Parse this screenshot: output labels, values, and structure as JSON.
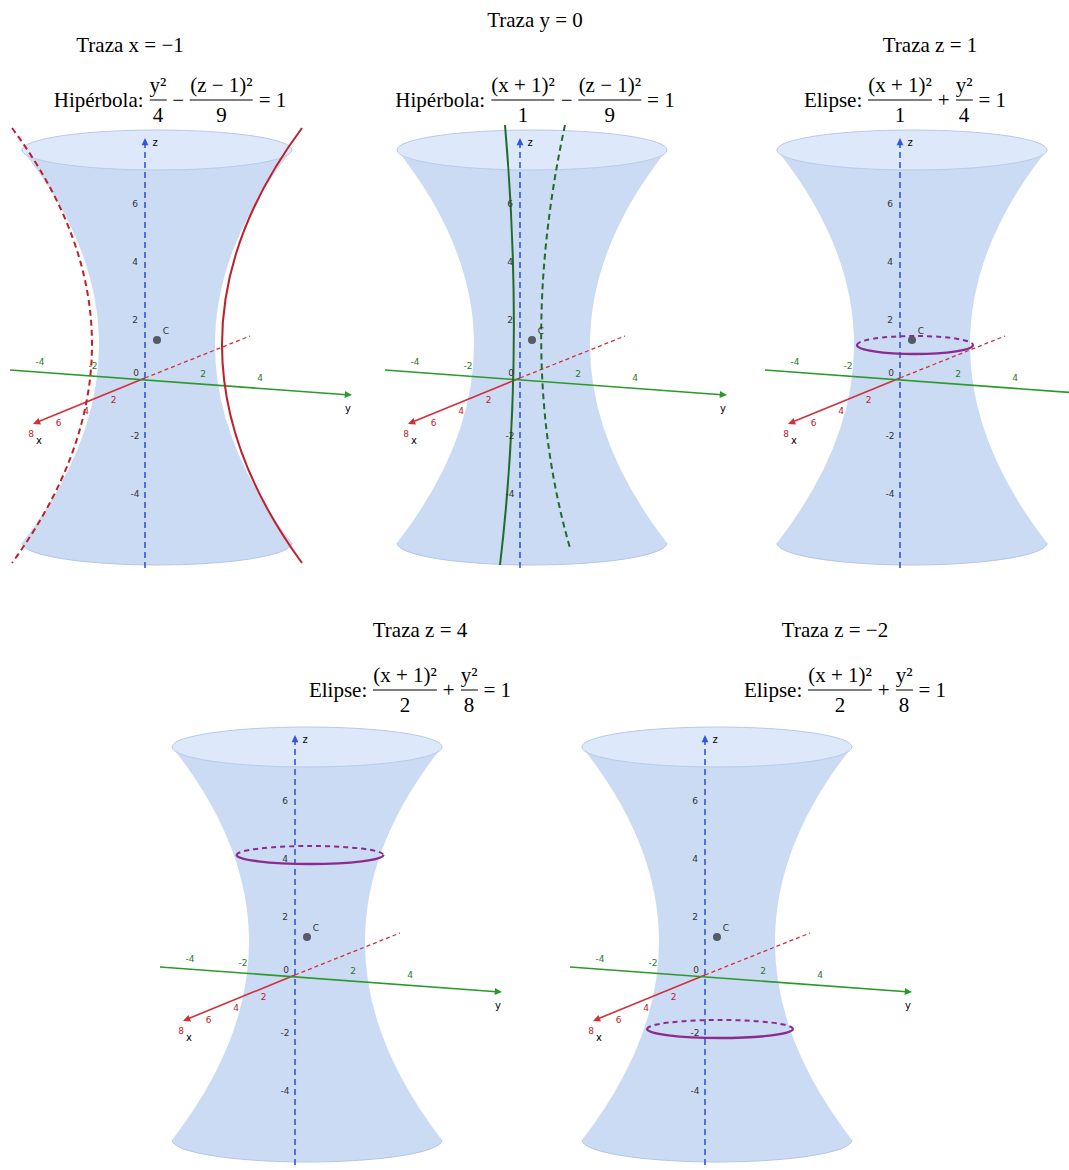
{
  "diagram": {
    "labels": [
      "Traza x = −1",
      "Hipérbola:",
      "y²",
      "4",
      "−",
      "(z − 1)²",
      "9",
      "= 1",
      "z",
      "6",
      "4",
      "2",
      "-2",
      "-4",
      "y",
      "-4",
      "-2",
      "2",
      "4",
      "x",
      "2",
      "4",
      "6",
      "8",
      "C",
      "0",
      "Traza y = 0",
      "Hipérbola:",
      "(x + 1)²",
      "1",
      "−",
      "(z − 1)²",
      "9",
      "= 1",
      "z",
      "6",
      "4",
      "2",
      "-2",
      "-4",
      "y",
      "-4",
      "-2",
      "2",
      "4",
      "x",
      "2",
      "4",
      "6",
      "8",
      "C",
      "0",
      "Traza z = 1",
      "Elipse:",
      "(x + 1)²",
      "1",
      "+",
      "y²",
      "4",
      "= 1",
      "z",
      "6",
      "4",
      "2",
      "-2",
      "-4",
      "y",
      "-4",
      "-2",
      "2",
      "4",
      "x",
      "2",
      "4",
      "6",
      "8",
      "C",
      "0",
      "Traza z = 4",
      "Elipse:",
      "(x + 1)²",
      "2",
      "+",
      "y²",
      "8",
      "= 1",
      "z",
      "6",
      "4",
      "2",
      "-2",
      "-4",
      "y",
      "-4",
      "-2",
      "2",
      "4",
      "x",
      "2",
      "4",
      "6",
      "8",
      "C",
      "0",
      "Traza z = −2",
      "Elipse:",
      "(x + 1)²",
      "2",
      "+",
      "y²",
      "8",
      "= 1",
      "z",
      "6",
      "4",
      "2",
      "-2",
      "-4",
      "y",
      "-4",
      "-2",
      "2",
      "4",
      "x",
      "2",
      "4",
      "6",
      "8",
      "C",
      "0"
    ]
  }
}
